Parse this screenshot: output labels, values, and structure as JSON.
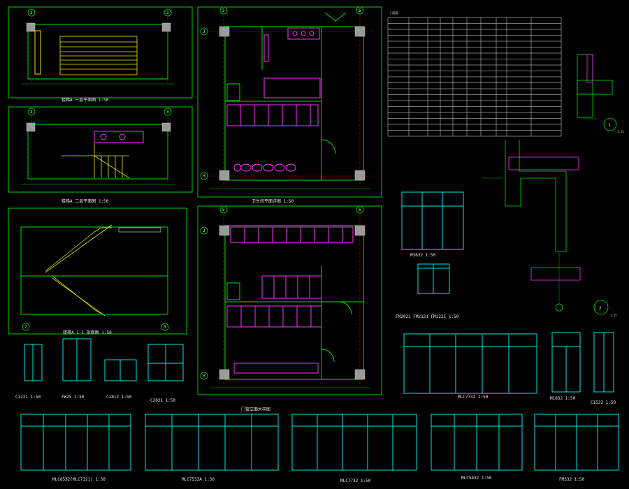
{
  "plans": {
    "stair_plan_1": "楼梯A 一层平面图 1:50",
    "stair_plan_2": "楼梯A 二层平面图 1:50",
    "stair_section": "楼梯A 1-1 剖面图 1:50",
    "toilet_plan_1": "卫生间平面详图 1:50",
    "toilet_plan_2": "卫生间平面详图 1:50"
  },
  "axis_bubbles": {
    "a1": "2",
    "a2": "3",
    "a5": "5",
    "a6": "6",
    "aJ": "J",
    "aH": "H",
    "aK": "J"
  },
  "detail_marks": {
    "d1": "1",
    "d2": "2",
    "d_scale": "1:25"
  },
  "schedule": {
    "title": "门窗表"
  },
  "windows": {
    "c1221": "C1221 1:50",
    "fw": "FW25 1:50",
    "c1812": "C1812 1:50",
    "c2021": "C2021 1:50",
    "m3632": "M3632 1:50",
    "fm": "FM2021 FM2121 FM1221 1:50",
    "mlc7732": "MLC7732 1:50",
    "m1832": "M1832 1:50",
    "c1532": "C1532 1:50",
    "mlc8532": "MLC8532(MLC7321) 1:50",
    "mlc7532": "MLC7532A 1:50",
    "mlc7732b": "MLC7732 1:50",
    "mlc5432": "MLC5432 1:50",
    "fm2": "FM332 1:50",
    "doors_title": "门窗立面大样图"
  },
  "colors": {
    "wall": "#00e000",
    "window": "#00e5e5",
    "fixture": "#ff30ff",
    "stair": "#e8e800",
    "axis": "#d00000"
  }
}
